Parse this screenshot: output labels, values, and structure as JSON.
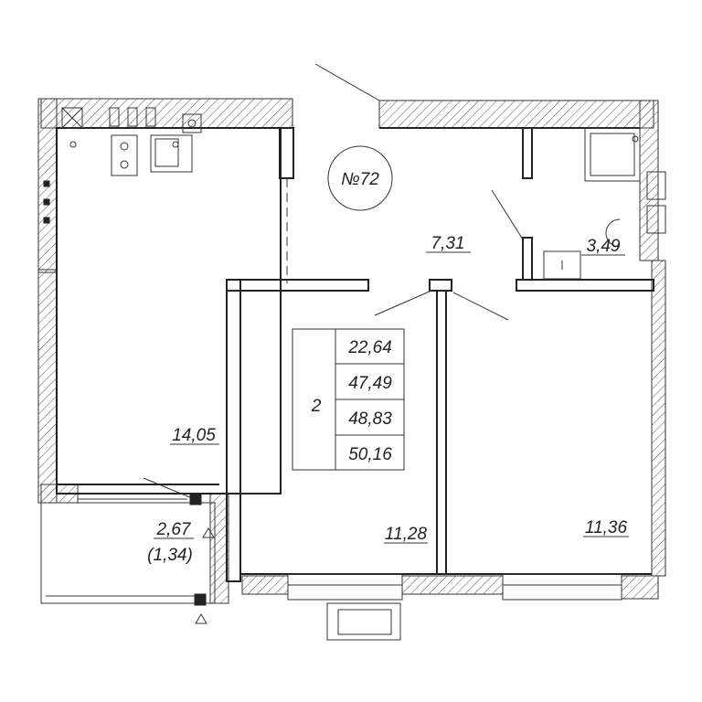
{
  "apartment": {
    "number_label": "№72",
    "rooms_count": "2"
  },
  "areas": [
    {
      "id": "kitchen",
      "value": "14,05"
    },
    {
      "id": "hall",
      "value": "7,31"
    },
    {
      "id": "bathroom",
      "value": "3,49"
    },
    {
      "id": "bedroom-1",
      "value": "11,28"
    },
    {
      "id": "bedroom-2",
      "value": "11,36"
    },
    {
      "id": "balcony",
      "value": "2,67"
    },
    {
      "id": "balcony-reduced",
      "value": "(1,34)"
    }
  ],
  "summary_table": [
    "22,64",
    "47,49",
    "48,83",
    "50,16"
  ],
  "colors": {
    "line": "#222222",
    "background": "#ffffff"
  }
}
